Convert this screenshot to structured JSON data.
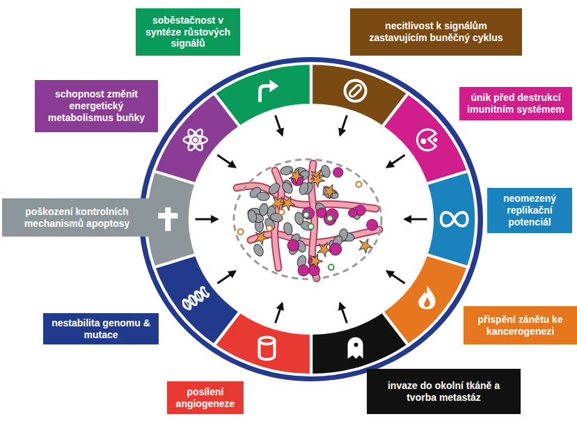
{
  "diagram": {
    "nodes": [
      {
        "text": [
          "soběstačnost v syntéze růstových signálů"
        ]
      },
      {
        "text": [
          "necitlivost k signálům zastavujícím buněčný cyklus"
        ]
      },
      {
        "text": [
          "schopnost změnit energetický metabolismus buňky"
        ]
      },
      {
        "text": [
          "únik před destrukcí imunitním systémem"
        ]
      },
      {
        "text": [
          "poškození kontrolních mechanismů apoptosy"
        ]
      },
      {
        "text": [
          "neomezený replikační potenciál"
        ]
      },
      {
        "text": [
          "nestabilita genomu & mutace"
        ]
      },
      {
        "text": [
          "přispění zánětu ke kancerogenezi"
        ]
      },
      {
        "text": [
          "posílení angiogeneze"
        ]
      },
      {
        "text": [
          "invaze do okolní tkáně a tvorba metastáz"
        ]
      }
    ]
  }
}
